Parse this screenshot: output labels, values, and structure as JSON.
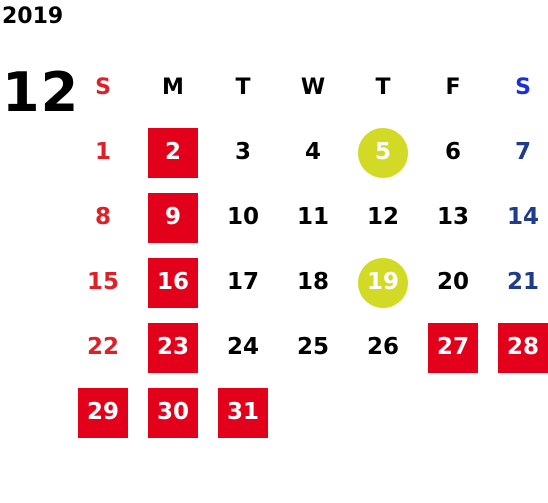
{
  "calendar": {
    "year": "2019",
    "month": "12",
    "weekdays": [
      "S",
      "M",
      "T",
      "W",
      "T",
      "F",
      "S"
    ],
    "weeks": [
      [
        {
          "day": "1",
          "mark": "none"
        },
        {
          "day": "2",
          "mark": "red"
        },
        {
          "day": "3",
          "mark": "none"
        },
        {
          "day": "4",
          "mark": "none"
        },
        {
          "day": "5",
          "mark": "yellow"
        },
        {
          "day": "6",
          "mark": "none"
        },
        {
          "day": "7",
          "mark": "none"
        }
      ],
      [
        {
          "day": "8",
          "mark": "none"
        },
        {
          "day": "9",
          "mark": "red"
        },
        {
          "day": "10",
          "mark": "none"
        },
        {
          "day": "11",
          "mark": "none"
        },
        {
          "day": "12",
          "mark": "none"
        },
        {
          "day": "13",
          "mark": "none"
        },
        {
          "day": "14",
          "mark": "none"
        }
      ],
      [
        {
          "day": "15",
          "mark": "none"
        },
        {
          "day": "16",
          "mark": "red"
        },
        {
          "day": "17",
          "mark": "none"
        },
        {
          "day": "18",
          "mark": "none"
        },
        {
          "day": "19",
          "mark": "yellow"
        },
        {
          "day": "20",
          "mark": "none"
        },
        {
          "day": "21",
          "mark": "none"
        }
      ],
      [
        {
          "day": "22",
          "mark": "none"
        },
        {
          "day": "23",
          "mark": "red"
        },
        {
          "day": "24",
          "mark": "none"
        },
        {
          "day": "25",
          "mark": "none"
        },
        {
          "day": "26",
          "mark": "none"
        },
        {
          "day": "27",
          "mark": "red"
        },
        {
          "day": "28",
          "mark": "red"
        }
      ],
      [
        {
          "day": "29",
          "mark": "red"
        },
        {
          "day": "30",
          "mark": "red"
        },
        {
          "day": "31",
          "mark": "red"
        },
        {
          "day": "",
          "mark": "none"
        },
        {
          "day": "",
          "mark": "none"
        },
        {
          "day": "",
          "mark": "none"
        },
        {
          "day": "",
          "mark": "none"
        }
      ]
    ]
  },
  "colors": {
    "sunday_text": "#e02027",
    "saturday_text": "#1f3b8c",
    "saturday_header": "#1a2fd6",
    "red_mark_bg": "#e2001a",
    "yellow_mark_bg": "#d3da26",
    "default_text": "#000000"
  }
}
